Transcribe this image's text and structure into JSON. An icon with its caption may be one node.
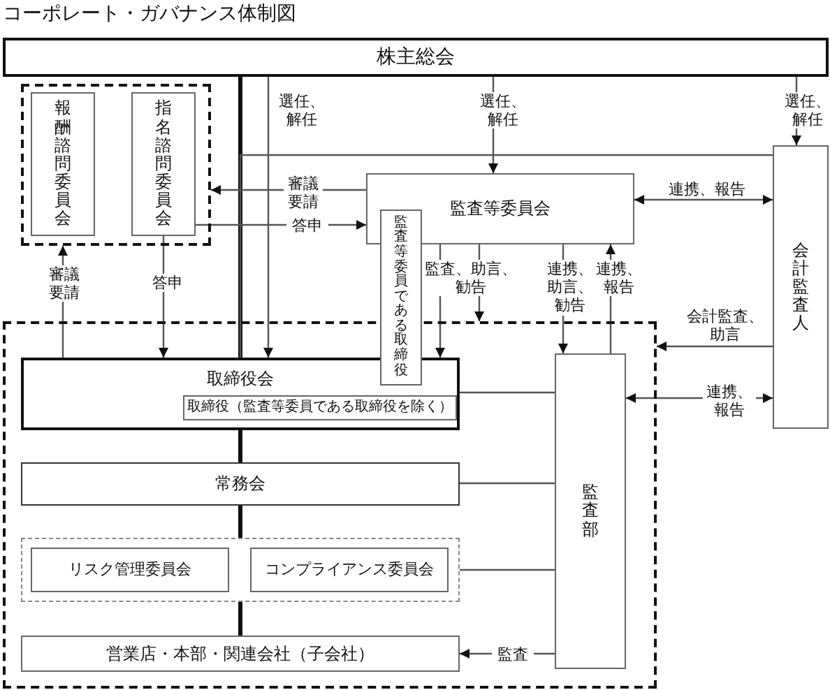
{
  "diagram": {
    "title": "コーポレート・ガバナンス体制図",
    "nodes": [
      {
        "text": [
          "株主総会"
        ]
      },
      {
        "text": [],
        "shape": "box"
      },
      {
        "text": [
          "報酬諮問委員会"
        ],
        "in": 1
      },
      {
        "text": [
          "指名諮問委員会"
        ],
        "in": 1
      },
      {
        "text": [
          "監査等委員会"
        ]
      },
      {
        "text": [
          "監査等委員である取締役"
        ]
      },
      {
        "text": [
          "会計監査人"
        ]
      },
      {
        "text": [],
        "shape": "box"
      },
      {
        "text": [
          "取締役会"
        ],
        "in": 7
      },
      {
        "text": [
          "取締役（監査等委員である取締役を除く）"
        ],
        "in": 8
      },
      {
        "text": [
          "常務会"
        ],
        "in": 7
      },
      {
        "text": [],
        "shape": "box",
        "in": 7
      },
      {
        "text": [
          "リスク管理委員会"
        ],
        "in": 11
      },
      {
        "text": [
          "コンプライアンス委員会"
        ],
        "in": 11
      },
      {
        "text": [
          "営業店・本部・関連会社（子会社）"
        ],
        "in": 7
      },
      {
        "text": [
          "監査部"
        ],
        "in": 7
      }
    ],
    "edges": [
      {
        "from": 0,
        "to": 8,
        "arrow": "none",
        "style": "thick"
      },
      {
        "from": 8,
        "to": 10,
        "arrow": "none",
        "style": "thick"
      },
      {
        "from": 10,
        "to": 11,
        "arrow": "none",
        "style": "thick"
      },
      {
        "from": 11,
        "to": 14,
        "arrow": "none",
        "style": "thick"
      },
      {
        "from": 0,
        "to": 8,
        "arrow": "to",
        "label": "選任、解任"
      },
      {
        "from": 0,
        "to": 4,
        "arrow": "to",
        "label": "選任、解任"
      },
      {
        "from": 0,
        "to": 6,
        "arrow": "to",
        "label": "選任、解任"
      },
      {
        "from": 8,
        "to": 6,
        "arrow": "none"
      },
      {
        "from": 4,
        "to": 1,
        "arrow": "to",
        "label": "審議要請"
      },
      {
        "from": 3,
        "to": 4,
        "arrow": "to",
        "label": "答申"
      },
      {
        "from": 8,
        "to": 1,
        "arrow": "to",
        "label": "審議要請"
      },
      {
        "from": 3,
        "to": 8,
        "arrow": "to",
        "label": "答申"
      },
      {
        "from": 4,
        "to": 8,
        "arrow": "to",
        "label": "監査、助言、勧告"
      },
      {
        "from": 4,
        "to": 7,
        "arrow": "to"
      },
      {
        "from": 4,
        "to": 15,
        "arrow": "to",
        "label": "連携、助言、勧告"
      },
      {
        "from": 15,
        "to": 4,
        "arrow": "to",
        "label": "連携、報告"
      },
      {
        "from": 4,
        "to": 6,
        "arrow": "both",
        "label": "連携、報告"
      },
      {
        "from": 6,
        "to": 7,
        "arrow": "to",
        "label": "会計監査、助言"
      },
      {
        "from": 15,
        "to": 6,
        "arrow": "both",
        "label": "連携、報告"
      },
      {
        "from": 8,
        "to": 15,
        "arrow": "none"
      },
      {
        "from": 10,
        "to": 15,
        "arrow": "none"
      },
      {
        "from": 11,
        "to": 15,
        "arrow": "none"
      },
      {
        "from": 15,
        "to": 14,
        "arrow": "to",
        "label": "監査"
      }
    ]
  }
}
